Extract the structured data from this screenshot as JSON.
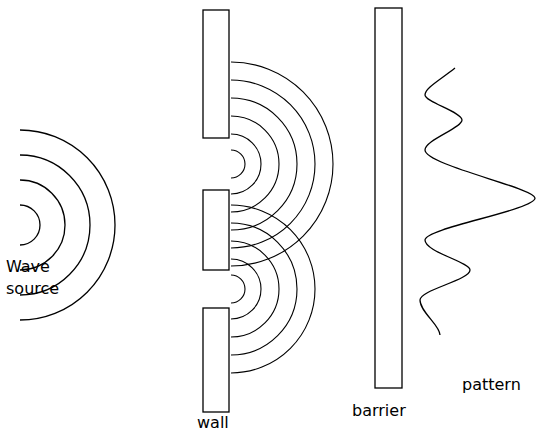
{
  "diagram": {
    "labels": [
      "Wave source",
      "wall",
      "barrier",
      "pattern"
    ]
  }
}
